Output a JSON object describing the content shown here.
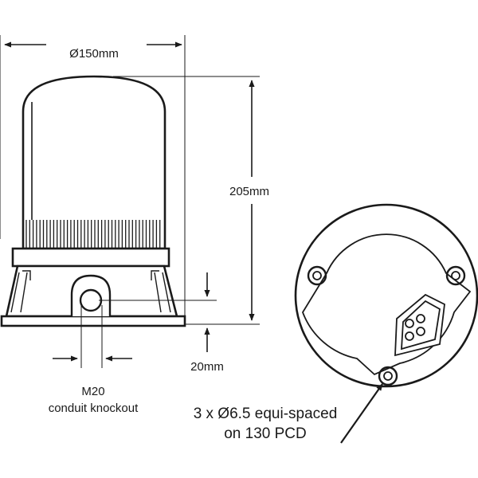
{
  "dimensions": {
    "diameter": "Ø150mm",
    "height": "205mm",
    "offset": "20mm"
  },
  "knockout": {
    "line1": "M20",
    "line2": "conduit knockout"
  },
  "mounting": {
    "line1": "3 x Ø6.5 equi-spaced",
    "line2": "on 130 PCD"
  },
  "colors": {
    "stroke": "#1a1a1a",
    "fill": "#ffffff"
  }
}
